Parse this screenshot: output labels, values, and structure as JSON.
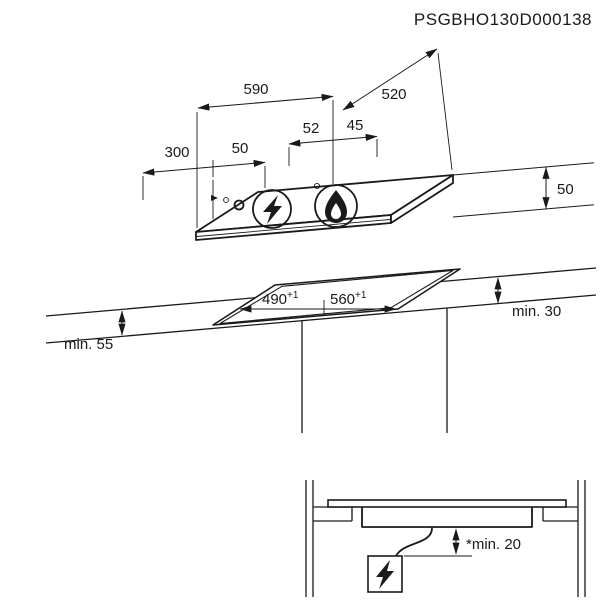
{
  "code": "PSGBHO130D000138",
  "colors": {
    "ink": "#1a1a1a",
    "paper": "#ffffff"
  },
  "hob": {
    "width": "590",
    "depth": "520",
    "burner_a": "52",
    "burner_b": "45",
    "left_a": "300",
    "left_b": "50",
    "height": "50",
    "left_burner_icon": "lightning-bolt",
    "right_burner_icon": "gas-flame",
    "control_icon": "ignition-dot"
  },
  "cutout": {
    "depth_value": "490",
    "depth_tol": "+1",
    "width_value": "560",
    "width_tol": "+1",
    "front_min": "min. 55",
    "side_min": "min. 30"
  },
  "detail": {
    "bottom_min": "*min. 20",
    "warning_icon": "electric-shock-lightning"
  }
}
